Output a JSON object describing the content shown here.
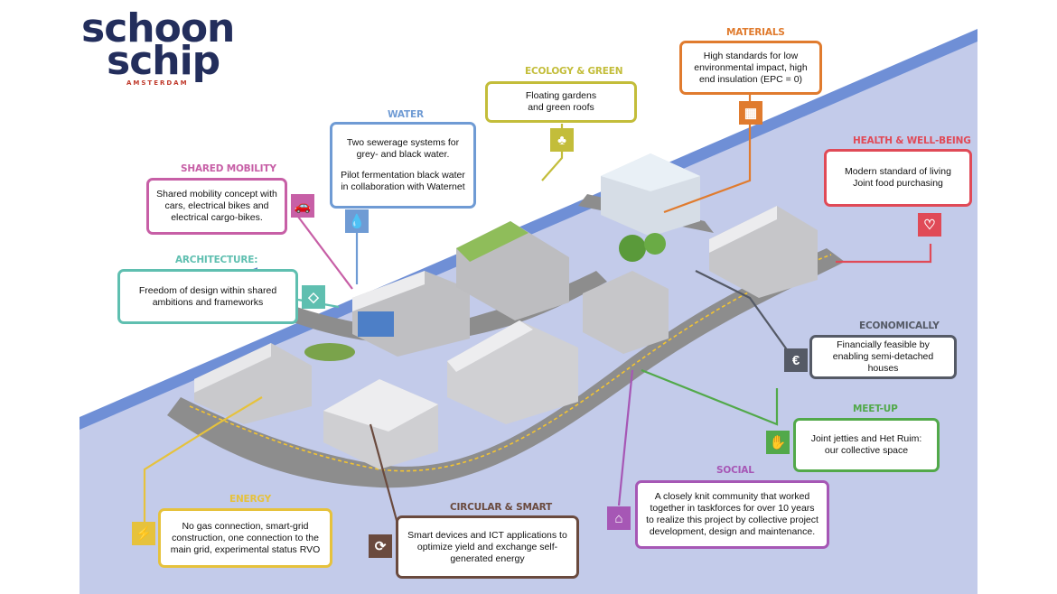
{
  "logo": {
    "line1": "schoon",
    "line2": "schip",
    "city": "AMSTERDAM"
  },
  "colors": {
    "bg": "#c6cde6",
    "canal": "#b9c5ec",
    "road": "#8a8a8a",
    "water": "#6f9bd4",
    "materials": "#e07b2e",
    "ecology": "#c3bd3a",
    "health": "#e04a57",
    "shared_mobility": "#c75fa6",
    "architecture": "#5fbfb0",
    "economically": "#555a66",
    "meetup": "#52a94a",
    "social": "#a657b5",
    "circular": "#6a4a3e",
    "energy": "#e6c23c"
  },
  "sections": {
    "materials": {
      "title": "MATERIALS",
      "text": [
        "High standards for low environmental impact, high end insulation (EPC = 0)"
      ],
      "icon": "brick-icon"
    },
    "ecology": {
      "title": "ECOLOGY & GREEN",
      "text": [
        "Floating gardens and green roofs"
      ],
      "icon": "tree-icon"
    },
    "water": {
      "title": "WATER",
      "text": [
        "Two sewerage systems for grey- and black water.",
        "Pilot fermentation black water in collaboration with Waternet"
      ],
      "icon": "water-drop-icon"
    },
    "health": {
      "title": "HEALTH & WELL-BEING",
      "text": [
        "Modern standard of living Joint food purchasing"
      ],
      "icon": "heart-icon"
    },
    "shared_mobility": {
      "title": "SHARED MOBILITY",
      "text": [
        "Shared mobility concept with cars, electrical bikes and electrical cargo-bikes."
      ],
      "icon": "car-icon"
    },
    "architecture": {
      "title": "ARCHITECTURE:",
      "text": [
        "Freedom of design within shared ambitions and frameworks"
      ],
      "icon": "diamond-icon"
    },
    "economically": {
      "title": "ECONOMICALLY",
      "text": [
        "Financially feasible by enabling semi-detached houses"
      ],
      "icon": "euro-icon"
    },
    "meetup": {
      "title": "MEET-UP",
      "text": [
        "Joint jetties and Het Ruim: our collective space"
      ],
      "icon": "handshake-icon"
    },
    "social": {
      "title": "SOCIAL",
      "text": [
        "A closely knit community that worked together in taskforces for over 10 years to realize this project by collective project development, design and maintenance."
      ],
      "icon": "institution-icon"
    },
    "circular": {
      "title": "CIRCULAR & SMART",
      "text": [
        "Smart devices and ICT applications to optimize yield and exchange self-generated energy"
      ],
      "icon": "cycle-icon"
    },
    "energy": {
      "title": "ENERGY",
      "text": [
        "No gas connection, smart-grid construction, one connection to the main grid, experimental status  RVO"
      ],
      "icon": "lightning-icon"
    }
  }
}
